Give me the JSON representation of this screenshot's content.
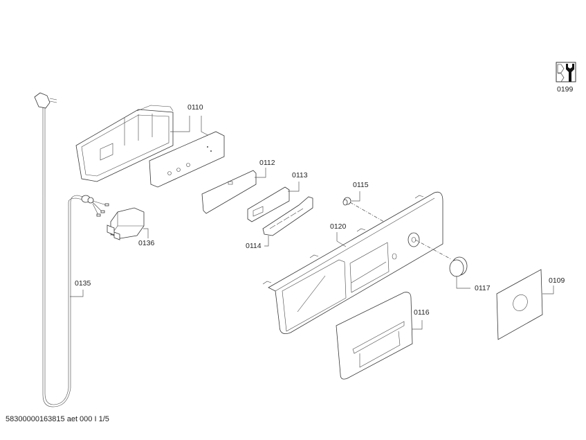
{
  "diagram": {
    "title": "Parts explosion diagram",
    "footer_text": "58300000163815 aet 000 I 1/5",
    "parts": [
      {
        "id": "0110",
        "name": "control-module-housing"
      },
      {
        "id": "0112",
        "name": "circuit-board"
      },
      {
        "id": "0113",
        "name": "display-board"
      },
      {
        "id": "0114",
        "name": "button-strip"
      },
      {
        "id": "0115",
        "name": "push-button"
      },
      {
        "id": "0120",
        "name": "control-panel-fascia"
      },
      {
        "id": "0117",
        "name": "selector-knob"
      },
      {
        "id": "0109",
        "name": "knob-cover-plate"
      },
      {
        "id": "0116",
        "name": "detergent-drawer-handle"
      },
      {
        "id": "0135",
        "name": "power-cord"
      },
      {
        "id": "0136",
        "name": "interference-filter"
      },
      {
        "id": "0199",
        "name": "service-tool-icon"
      }
    ]
  }
}
